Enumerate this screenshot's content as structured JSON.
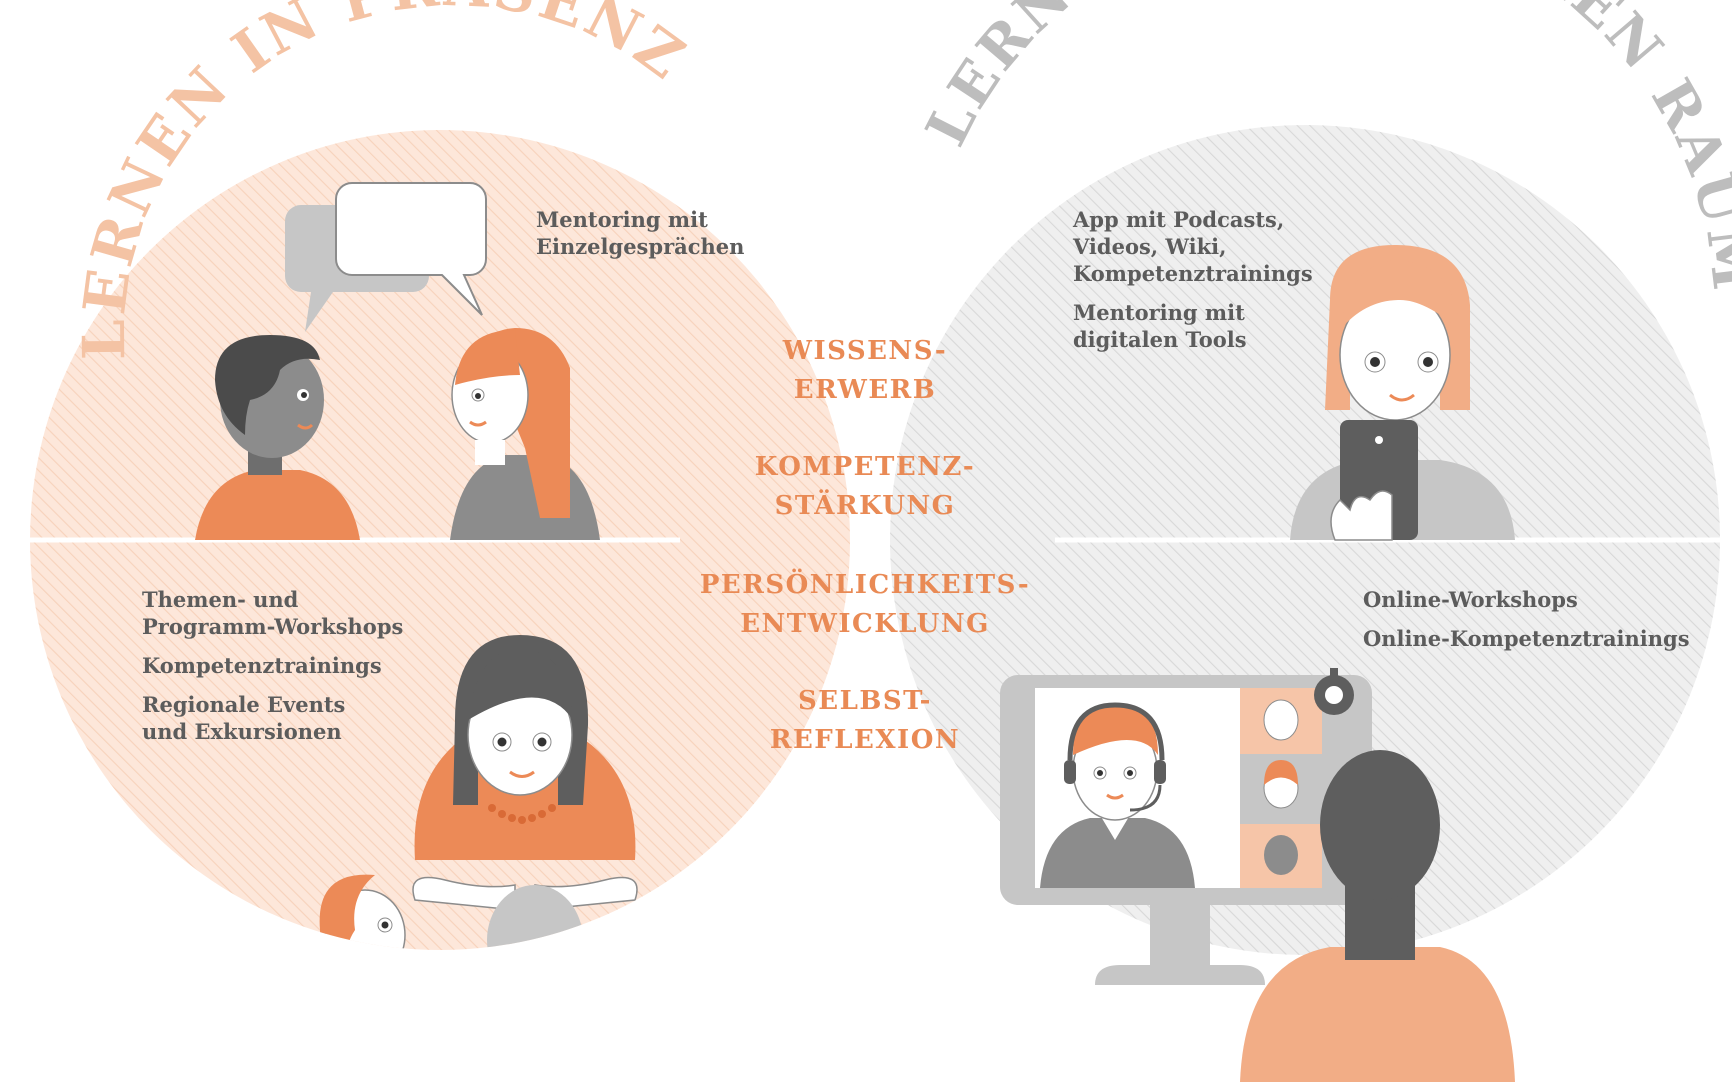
{
  "arc_titles": {
    "left": "LERNEN IN PRÄSENZ",
    "right": "LERNEN IM DIGITALEN RAUM"
  },
  "quadrants": {
    "top_left": [
      "Mentoring mit",
      "Einzelgesprächen"
    ],
    "top_right": [
      [
        "App mit Podcasts,",
        "Videos, Wiki,",
        "Kompetenztrainings"
      ],
      [
        "Mentoring mit",
        "digitalen Tools"
      ]
    ],
    "bottom_left": [
      [
        "Themen- und",
        "Programm-Workshops"
      ],
      [
        "Kompetenztrainings"
      ],
      [
        "Regionale Events",
        "und Exkursionen"
      ]
    ],
    "bottom_right": [
      [
        "Online-Workshops"
      ],
      [
        "Online-Kompetenztrainings"
      ]
    ]
  },
  "center_topics": [
    [
      "WISSENS-",
      "ERWERB"
    ],
    [
      "KOMPETENZ-",
      "STÄRKUNG"
    ],
    [
      "PERSÖNLICHKEITS-",
      "ENTWICKLUNG"
    ],
    [
      "SELBST-",
      "REFLEXION"
    ]
  ],
  "colors": {
    "orange": "#ec8a57",
    "orange_light": "#f6c5a8",
    "peach_bg": "#fde9dd",
    "grey_bg": "#ececec",
    "grey_dark": "#5e5e5e",
    "grey_mid": "#8c8c8c",
    "grey_light": "#c6c6c6",
    "title_left": "#f4c3a4",
    "title_right": "#bdbdbd"
  }
}
